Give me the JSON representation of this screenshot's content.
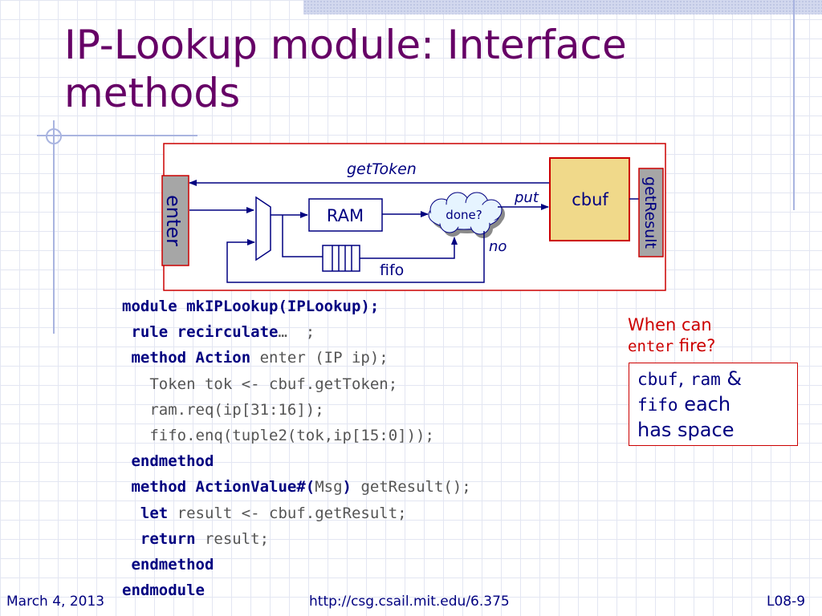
{
  "slide": {
    "title_line1": "IP-Lookup module: Interface",
    "title_line2": "methods"
  },
  "diagram": {
    "labels": {
      "get_token": "getToken",
      "enter": "enter",
      "get_result": "getResult",
      "ram": "RAM",
      "done": "done?",
      "put": "put",
      "no": "no",
      "cbuf": "cbuf",
      "fifo": "fifo"
    },
    "colors": {
      "outer_border": "#cc0000",
      "cbuf_fill": "#f0d98a",
      "cbuf_border": "#cc0000",
      "port_fill": "#a6a6a6",
      "port_border": "#cc0000",
      "port_text": "#000080",
      "arrow": "#000080",
      "cloud_fill": "#e6f4ff",
      "cloud_shadow": "#8a8a8a"
    }
  },
  "code": {
    "l1a": "module mkIPLookup(IPLookup);",
    "l2a": " rule recirculate",
    "l2b": "…  ;",
    "l3a": " method Action",
    "l3b": " enter (IP ip);",
    "l4": "   Token tok <- cbuf.getToken;",
    "l5": "   ram.req(ip[31:16]);",
    "l6": "   fifo.enq(tuple2(tok,ip[15:0]));",
    "l7": " endmethod",
    "l8a": " method ActionValue#(",
    "l8b": "Msg",
    "l8c": ")",
    "l8d": " getResult();",
    "l9a": "  let",
    "l9b": " result <- cbuf.getResult;",
    "l10a": "  return",
    "l10b": " result;",
    "l11": " endmethod",
    "l12": "endmodule"
  },
  "question": {
    "line1": "When can",
    "enter_word": "enter",
    "fire": " fire?"
  },
  "answer": {
    "cbuf": "cbuf",
    "comma": ", ",
    "ram": "ram",
    "amp": " &",
    "fifo": "fifo",
    "each": " each",
    "line3": "has space"
  },
  "footer": {
    "date": "March 4, 2013",
    "url": "http://csg.csail.mit.edu/6.375",
    "slide_number": "L08-9"
  }
}
